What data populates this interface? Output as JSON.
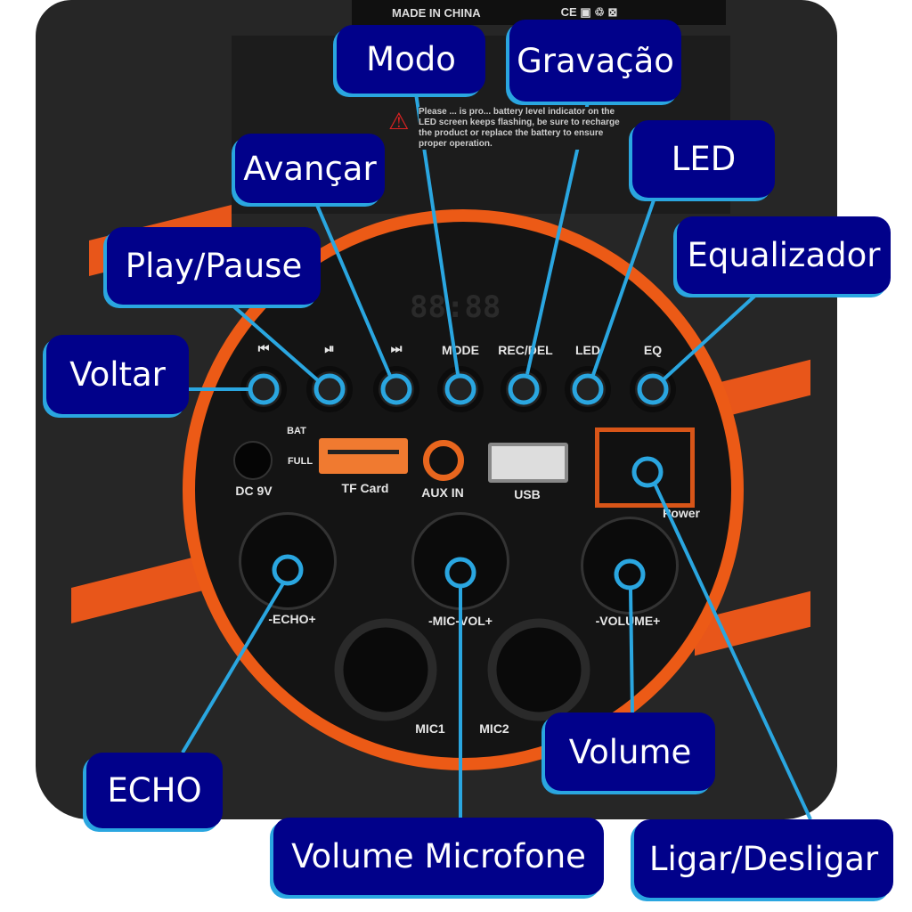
{
  "product": {
    "made_in": "MADE IN CHINA",
    "cert_marks": "CE ▣ ♲ ⊠",
    "warning_text": "Please ... is pro... battery level indicator on the LED screen keeps flashing, be sure to recharge the product or replace the battery to ensure proper operation.",
    "display": "88:88",
    "buttons": [
      "⏮",
      "⏯",
      "⏭",
      "MODE",
      "REC/DEL",
      "LED",
      "EQ"
    ],
    "ports": {
      "dc": "DC 9V",
      "bat": "BAT",
      "full": "FULL",
      "tf": "TF Card",
      "aux": "AUX IN",
      "usb": "USB",
      "power": "Power"
    },
    "knobs": [
      "-ECHO+",
      "-MIC-VOL+",
      "-VOLUME+"
    ],
    "mics": [
      "MIC1",
      "MIC2"
    ]
  },
  "callouts": {
    "modo": "Modo",
    "gravacao": "Gravação",
    "avancar": "Avançar",
    "led": "LED",
    "play_pause": "Play/Pause",
    "equalizador": "Equalizador",
    "voltar": "Voltar",
    "echo": "ECHO",
    "volume": "Volume",
    "volume_microfone": "Volume Microfone",
    "ligar_desligar": "Ligar/Desligar"
  },
  "colors": {
    "callout_bg": "#01018a",
    "callout_line": "#2aa6e0",
    "accent": "#ec5a16"
  }
}
